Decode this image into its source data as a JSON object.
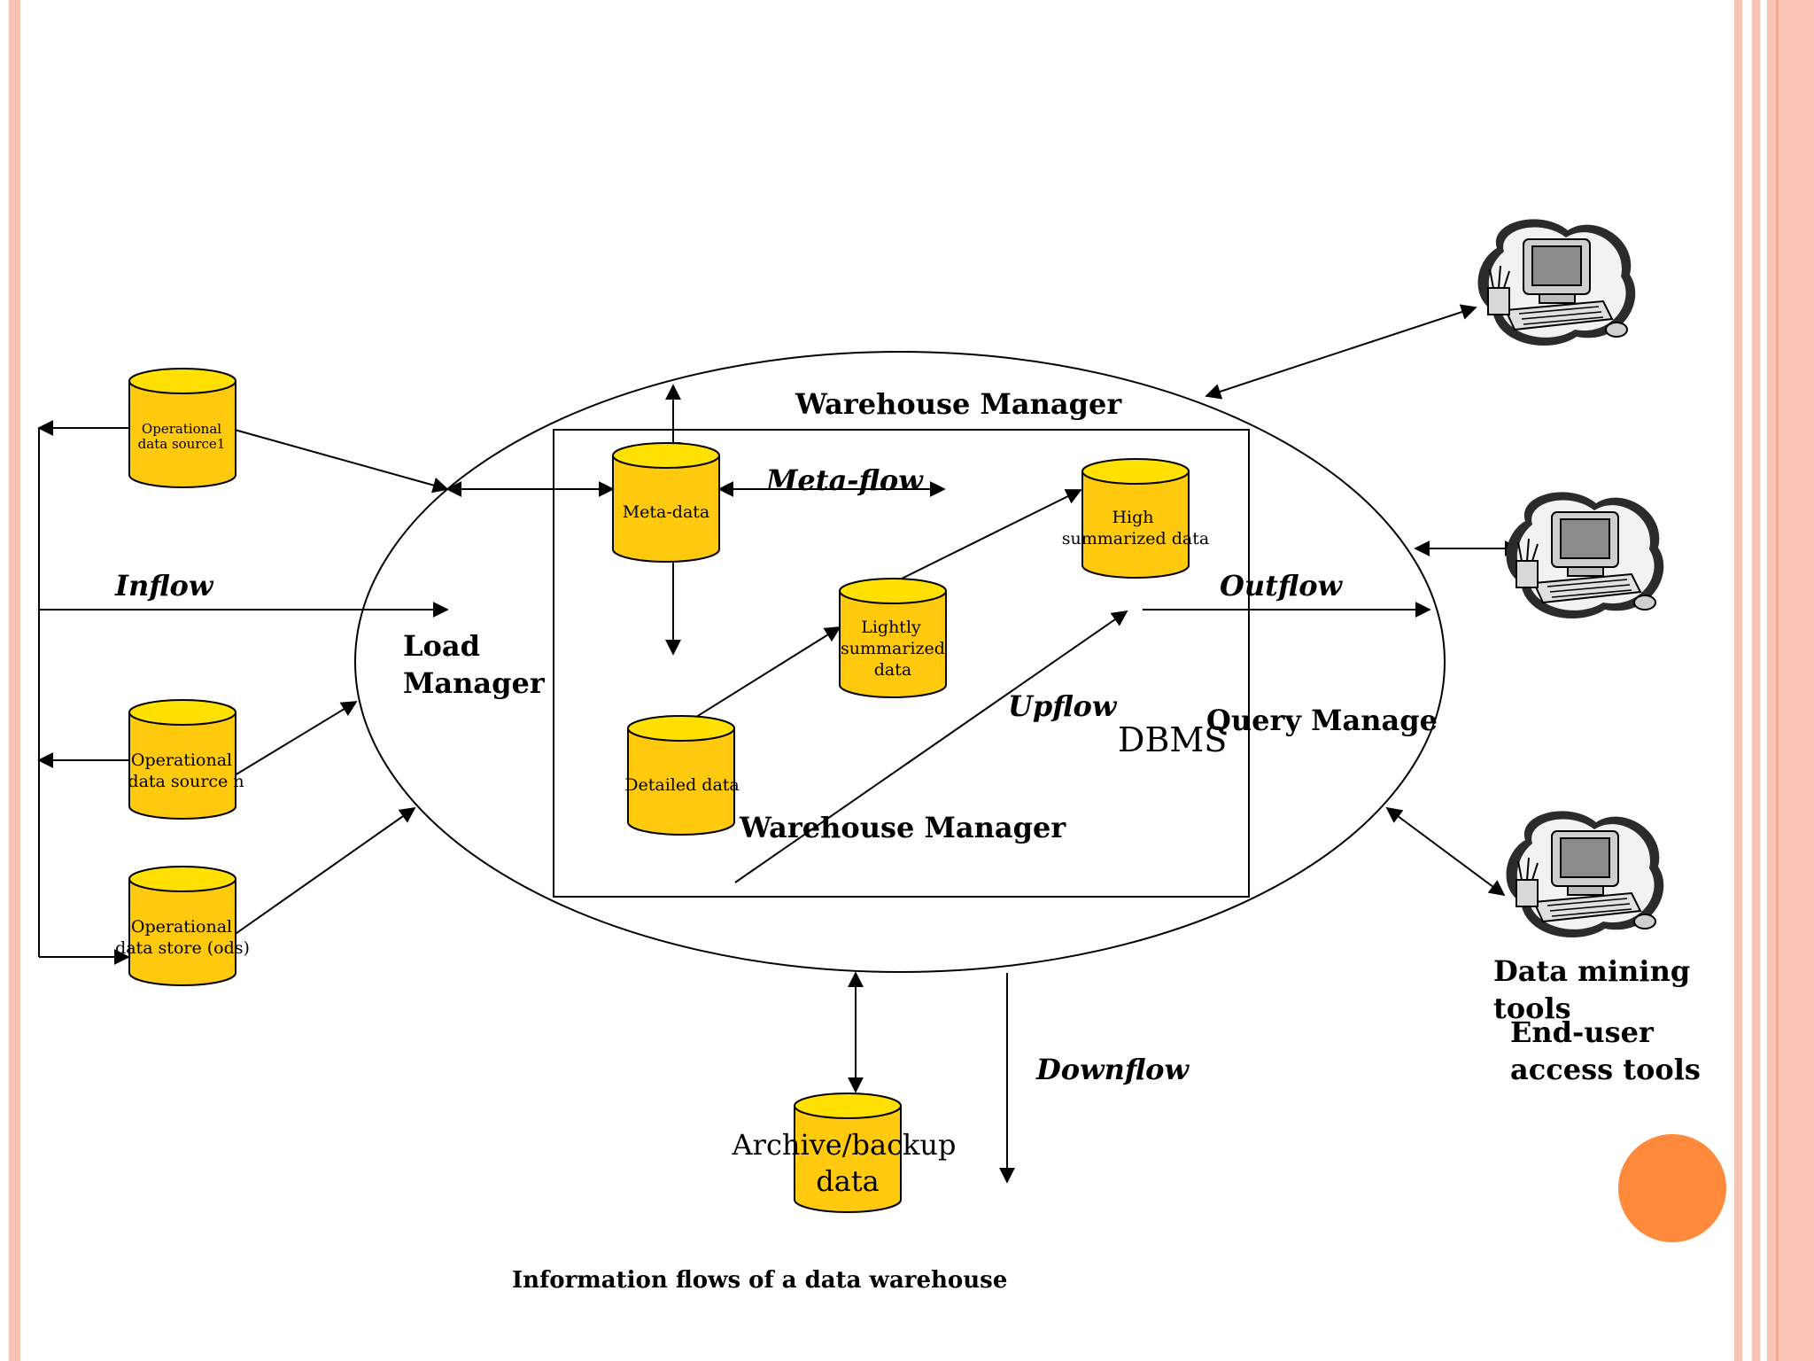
{
  "labels": {
    "warehouse_manager_top": "Warehouse Manager",
    "warehouse_manager_bottom": "Warehouse Manager",
    "load_manager_line1": "Load",
    "load_manager_line2": "Manager",
    "query_manager": "Query Manage",
    "dbms": "DBMS",
    "inflow": "Inflow",
    "outflow": "Outflow",
    "upflow": "Upflow",
    "downflow": "Downflow",
    "meta_flow": "Meta-flow",
    "data_mining_line1": "Data mining",
    "data_mining_line2": "tools",
    "end_user_line1": "End-user",
    "end_user_line2": "access tools",
    "caption": "Information flows of a data warehouse"
  },
  "cylinders": {
    "ods1_line1": "Operational",
    "ods1_line2": "data source1",
    "odsn_line1": "Operational",
    "odsn_line2": "data source n",
    "odstore_line1": "Operational",
    "odstore_line2": "data store (ods)",
    "metadata": "Meta-data",
    "detailed": "Detailed data",
    "lightly_line1": "Lightly",
    "lightly_line2": "summarized",
    "lightly_line3": "data",
    "high_line1": "High",
    "high_line2": "summarized data",
    "archive_line1": "Archive/backup",
    "archive_line2": "data"
  },
  "colors": {
    "cylinder_fill": "#FFC90E",
    "cylinder_top": "#FFE000",
    "frame_pink": "#F9C4B3",
    "accent_orange": "#FF8A3C"
  }
}
